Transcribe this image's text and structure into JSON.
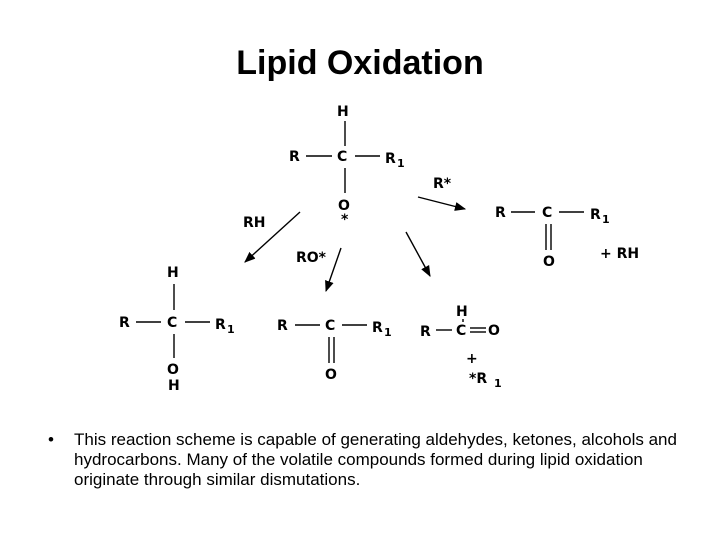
{
  "title": "Lipid Oxidation",
  "bullet": "This reaction scheme is capable of generating aldehydes, ketones, alcohols and hydrocarbons. Many of the volatile compounds formed during lipid oxidation originate through similar dismutations.",
  "bullet_marker": "•",
  "labels": {
    "H": "H",
    "R": "R",
    "C": "C",
    "O": "O",
    "R1_main": "R",
    "sub1": "1",
    "star": "*",
    "Rstar": "R*",
    "RH": "RH",
    "ROstar": "RO*",
    "plus": "+",
    "plusRH": "+ RH",
    "CO": "C",
    "O_ald": "O",
    "starR": "*R"
  }
}
